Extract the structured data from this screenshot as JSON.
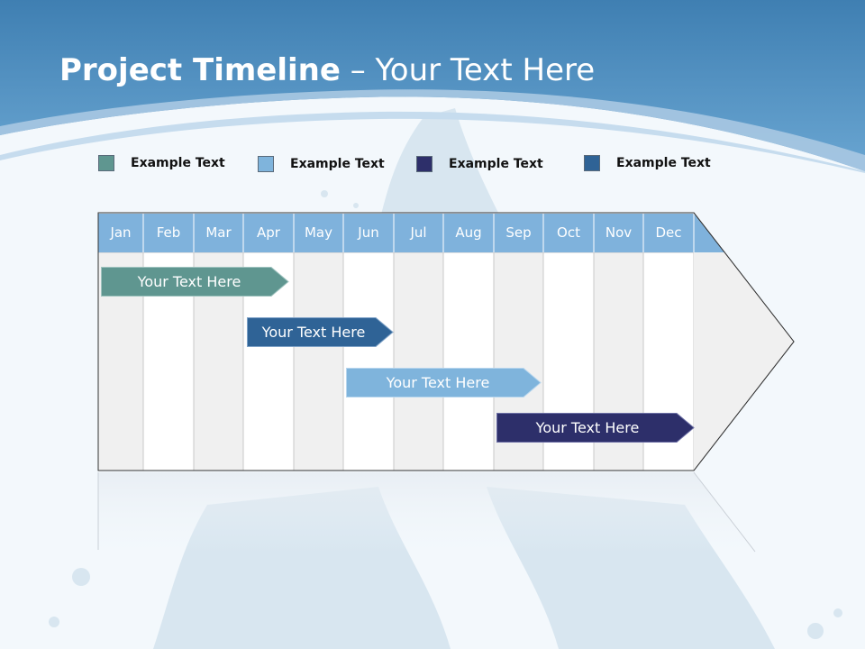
{
  "slide": {
    "title_bold": "Project Timeline",
    "title_rest": " – Your Text Here"
  },
  "colors": {
    "header_blue": "#5a9ac8",
    "month_header": "#7fb2dc",
    "color_teal": "#5f9690",
    "color_light_blue": "#7fb4dc",
    "color_navy": "#2d2f6a",
    "color_steel_blue": "#2f6396"
  },
  "legend": [
    {
      "label": "Example Text",
      "color": "#5f9690",
      "icon": "square-swatch"
    },
    {
      "label": "Example Text",
      "color": "#7fb4dc",
      "icon": "square-swatch"
    },
    {
      "label": "Example Text",
      "color": "#2d2f6a",
      "icon": "square-swatch"
    },
    {
      "label": "Example Text",
      "color": "#2f6396",
      "icon": "square-swatch"
    }
  ],
  "months": [
    "Jan",
    "Feb",
    "Mar",
    "Apr",
    "May",
    "Jun",
    "Jul",
    "Aug",
    "Sep",
    "Oct",
    "Nov",
    "Dec"
  ],
  "tasks": [
    {
      "label": "Your  Text Here",
      "color": "#5f9690",
      "start_month": "Jan",
      "end_month": "Apr"
    },
    {
      "label": "Your  Text Here",
      "color": "#2f6396",
      "start_month": "Apr",
      "end_month": "Jun"
    },
    {
      "label": "Your  Text Here",
      "color": "#7fb4dc",
      "start_month": "Jun",
      "end_month": "Sep"
    },
    {
      "label": "Your  Text Here",
      "color": "#2d2f6a",
      "start_month": "Sep",
      "end_month": "Dec"
    }
  ]
}
